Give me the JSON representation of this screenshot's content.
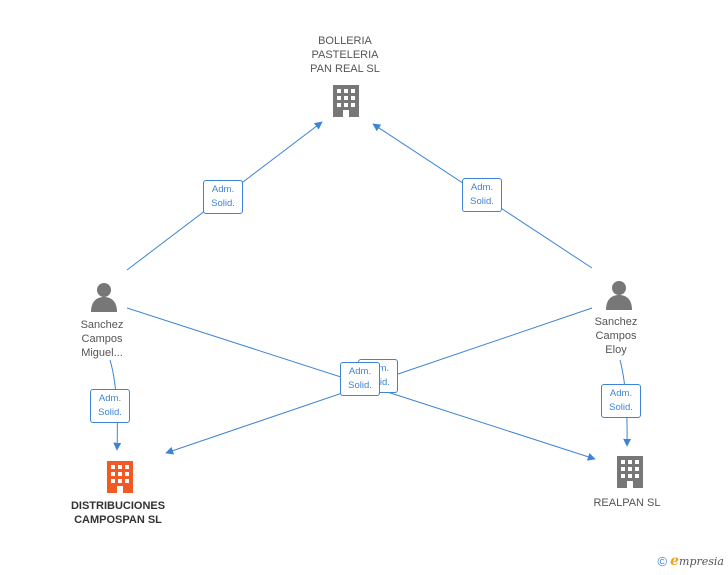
{
  "nodes": {
    "bolleria": {
      "lines": [
        "BOLLERIA",
        "PASTELERIA",
        "PAN REAL SL"
      ],
      "type": "company",
      "color": "#777777"
    },
    "miguel": {
      "lines": [
        "Sanchez",
        "Campos",
        "Miguel..."
      ],
      "type": "person",
      "color": "#777777"
    },
    "eloy": {
      "lines": [
        "Sanchez",
        "Campos",
        "Eloy"
      ],
      "type": "person",
      "color": "#777777"
    },
    "distribuciones": {
      "lines": [
        "DISTRIBUCIONES",
        "CAMPOSPAN SL"
      ],
      "type": "company",
      "color": "#f15a24"
    },
    "realpan": {
      "lines": [
        "REALPAN SL"
      ],
      "type": "company",
      "color": "#777777"
    }
  },
  "edge_label": {
    "line1": "Adm.",
    "line2": "Solid."
  },
  "colors": {
    "edge": "#3d84d6"
  },
  "footer": {
    "copyright": "©",
    "brand_initial": "e",
    "brand_rest": "mpresia"
  }
}
